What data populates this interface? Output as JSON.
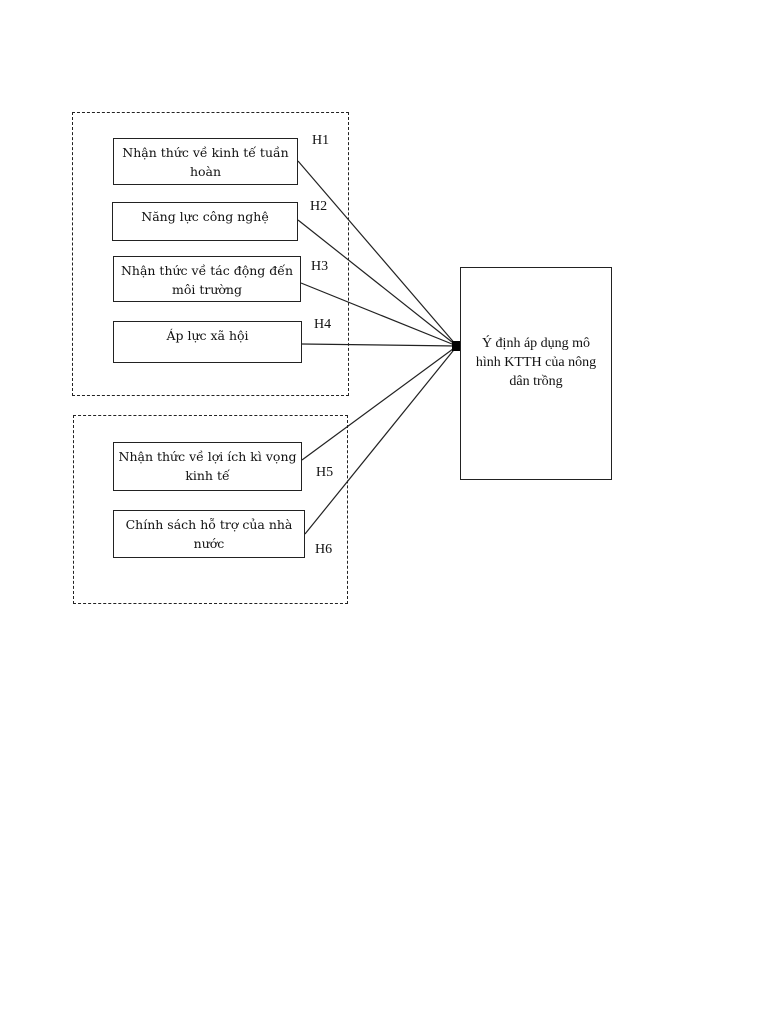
{
  "factors": [
    {
      "label": "Nhận thức về kinh tế tuần hoàn",
      "hypothesis": "H1"
    },
    {
      "label": "Năng lực công nghệ",
      "hypothesis": "H2"
    },
    {
      "label": "Nhận thức về tác động đến môi trường",
      "hypothesis": "H3"
    },
    {
      "label": "Áp lực xã hội",
      "hypothesis": "H4"
    },
    {
      "label": "Nhận thức về lợi ích kì vọng kinh tế",
      "hypothesis": "H5"
    },
    {
      "label": "Chính sách hỗ trợ của nhà nước",
      "hypothesis": "H6"
    }
  ],
  "outcome": {
    "label": "Ý định áp dụng mô hình KTTH của nông dân trồng"
  }
}
